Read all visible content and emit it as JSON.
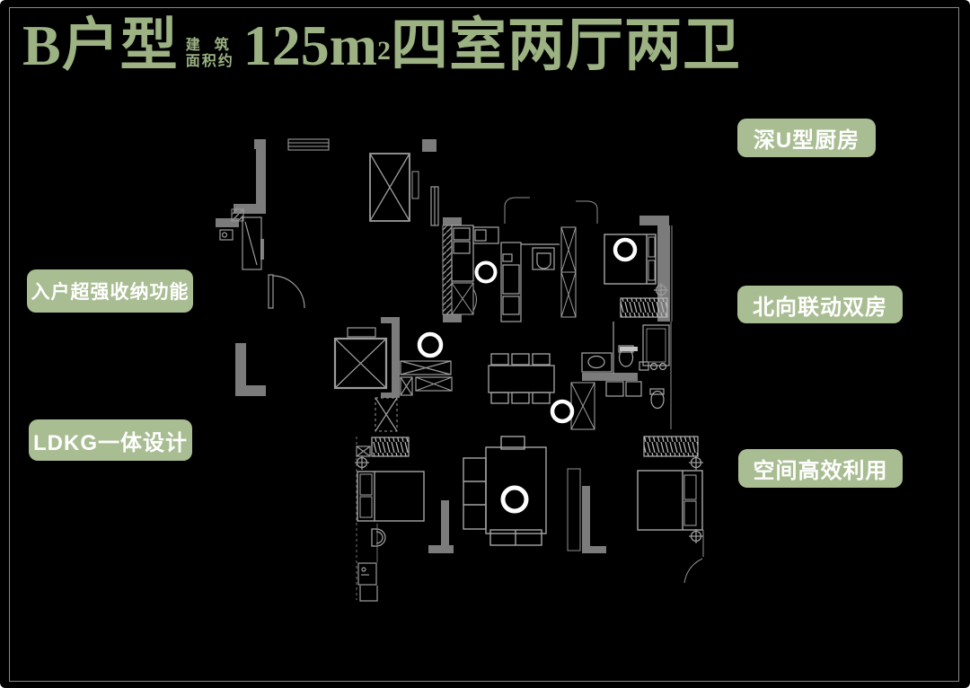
{
  "page": {
    "background": "#000000",
    "frame_border": "#8a8a8a"
  },
  "title": {
    "color": "#9cb283",
    "unit_label": "B户型",
    "area_note_line1": "建 筑",
    "area_note_line2": "面积约",
    "area_value": "125m",
    "area_sup": "2",
    "rooms_label": "四室两厅两卫"
  },
  "badges": {
    "bg_color": "#a9bd92",
    "text_color": "#ffffff",
    "items": [
      {
        "id": "deep-u-kitchen",
        "label": "深U型厨房"
      },
      {
        "id": "entry-storage",
        "label": "入户超强收纳功能"
      },
      {
        "id": "north-linked-double-rooms",
        "label": "北向联动双房"
      },
      {
        "id": "ldkg-integrated-design",
        "label": "LDKG一体设计"
      },
      {
        "id": "space-efficiency",
        "label": "空间高效利用"
      }
    ]
  },
  "floor_plan": {
    "wall_color": "#7b7b7b",
    "line_color": "#9b9b9b",
    "highlight_color": "#ffffff"
  }
}
